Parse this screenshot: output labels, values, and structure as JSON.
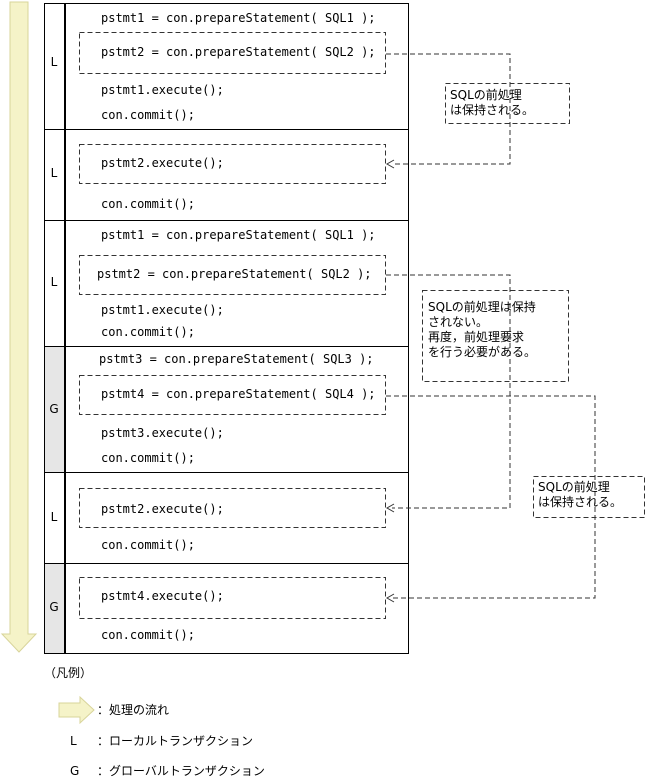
{
  "blocks": [
    {
      "type": "L",
      "lines": [
        "pstmt1 = con.prepareStatement( SQL1 );",
        "pstmt2 = con.prepareStatement( SQL2 );",
        "pstmt1.execute();",
        "con.commit();"
      ]
    },
    {
      "type": "L",
      "lines": [
        "pstmt2.execute();",
        "con.commit();"
      ]
    },
    {
      "type": "L",
      "lines": [
        "pstmt1 = con.prepareStatement( SQL1 );",
        "pstmt2 = con.prepareStatement( SQL2 );",
        "pstmt1.execute();",
        "con.commit();"
      ]
    },
    {
      "type": "G",
      "lines": [
        "pstmt3 = con.prepareStatement( SQL3 );",
        "pstmt4 = con.prepareStatement( SQL4 );",
        "pstmt3.execute();",
        "con.commit();"
      ]
    },
    {
      "type": "L",
      "lines": [
        "pstmt2.execute();",
        "con.commit();"
      ]
    },
    {
      "type": "G",
      "lines": [
        "pstmt4.execute();",
        "con.commit();"
      ]
    }
  ],
  "notes": [
    "SQLの前処理\nは保持される。",
    "SQLの前処理は保持\nされない。\n再度，前処理要求\nを行う必要がある。",
    "SQLの前処理\nは保持される。"
  ],
  "legend": {
    "title": "（凡例）",
    "flow": "：処理の流れ",
    "local_key": "L",
    "local_desc": "：ローカルトランザクション",
    "global_key": "G",
    "global_desc": "：グローバルトランザクション"
  },
  "colors": {
    "arrow_fill": "#f5f3c8",
    "arrow_stroke": "#d8d49a",
    "global_bg": "#e6e6e6",
    "line": "#000000",
    "dash": "#333333"
  }
}
